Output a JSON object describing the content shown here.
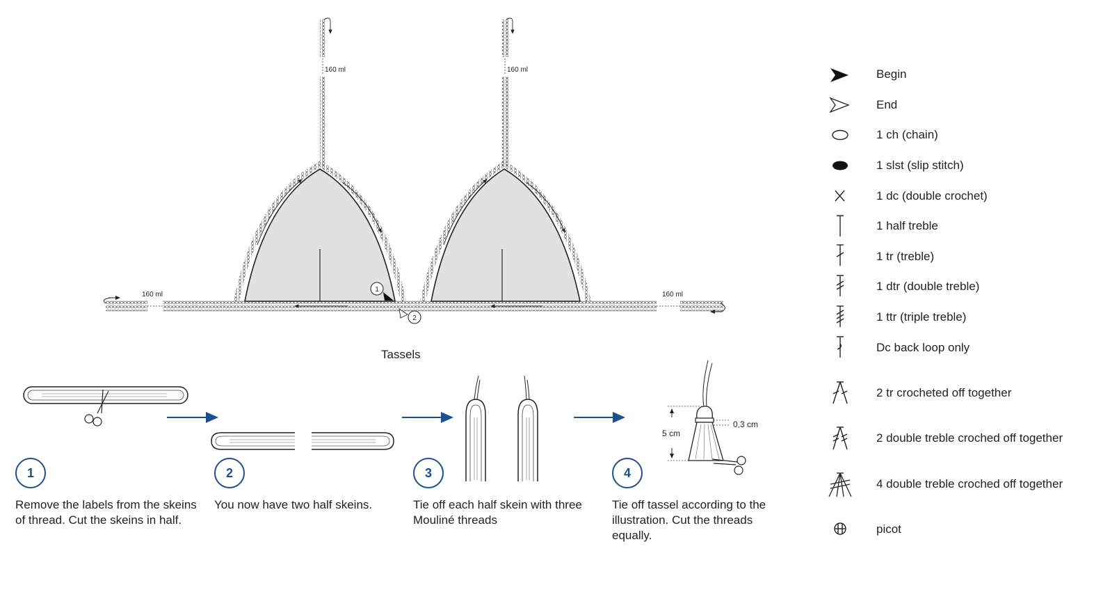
{
  "bikini": {
    "measure_label": "160 ml",
    "begin_marker": "1",
    "end_marker": "2"
  },
  "tassels": {
    "title": "Tassels",
    "steps": [
      {
        "number": "1",
        "text": "Remove the labels from the skeins of thread. Cut the skeins in half."
      },
      {
        "number": "2",
        "text": "You now have two half skeins."
      },
      {
        "number": "3",
        "text": "Tie off each half skein with three Mouliné threads"
      },
      {
        "number": "4",
        "text": "Tie off tassel according to the illustration. Cut the threads equally."
      }
    ],
    "length_label": "5 cm",
    "tie_label": "0,3 cm",
    "arrow_color": "#1b4f8f"
  },
  "legend": [
    {
      "icon": "begin-arrow-icon",
      "label": "Begin"
    },
    {
      "icon": "end-arrow-icon",
      "label": "End"
    },
    {
      "icon": "chain-oval-icon",
      "label": "1 ch (chain)"
    },
    {
      "icon": "slip-stitch-dot-icon",
      "label": "1 slst (slip stitch)"
    },
    {
      "icon": "double-crochet-x-icon",
      "label": "1 dc (double crochet)"
    },
    {
      "icon": "half-treble-icon",
      "label": "1 half treble"
    },
    {
      "icon": "treble-icon",
      "label": "1 tr (treble)"
    },
    {
      "icon": "double-treble-icon",
      "label": "1 dtr (double treble)"
    },
    {
      "icon": "triple-treble-icon",
      "label": "1 ttr (triple treble)"
    },
    {
      "icon": "dc-back-loop-icon",
      "label": "Dc back loop only"
    },
    {
      "icon": "two-tr-together-icon",
      "label": "2 tr crocheted off together"
    },
    {
      "icon": "two-dtr-together-icon",
      "label": "2 double treble croched off together"
    },
    {
      "icon": "four-dtr-together-icon",
      "label": "4 double treble croched off together"
    },
    {
      "icon": "picot-icon",
      "label": "picot"
    }
  ]
}
